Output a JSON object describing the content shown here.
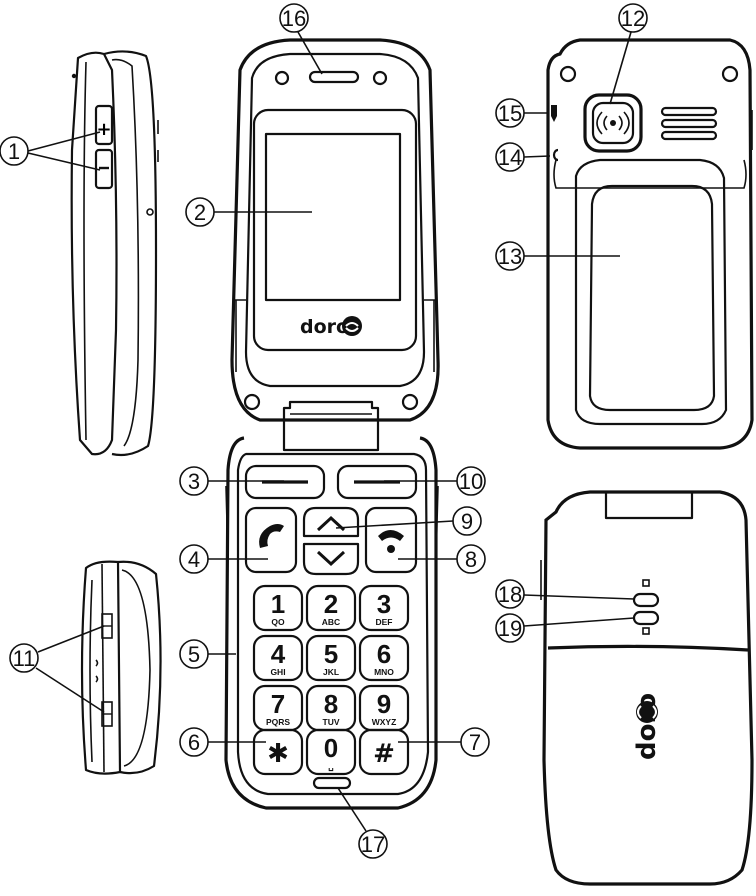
{
  "brand": {
    "logo_text": "doro"
  },
  "callouts": [
    "1",
    "2",
    "3",
    "4",
    "5",
    "6",
    "7",
    "8",
    "9",
    "10",
    "11",
    "12",
    "13",
    "14",
    "15",
    "16",
    "17",
    "18",
    "19"
  ],
  "keypad": {
    "keys": [
      {
        "digit": "1",
        "letters": "QO"
      },
      {
        "digit": "2",
        "letters": "ABC"
      },
      {
        "digit": "3",
        "letters": "DEF"
      },
      {
        "digit": "4",
        "letters": "GHI"
      },
      {
        "digit": "5",
        "letters": "JKL"
      },
      {
        "digit": "6",
        "letters": "MNO"
      },
      {
        "digit": "7",
        "letters": "PQRS"
      },
      {
        "digit": "8",
        "letters": "TUV"
      },
      {
        "digit": "9",
        "letters": "WXYZ"
      },
      {
        "digit": "✱",
        "letters": ""
      },
      {
        "digit": "0",
        "letters": "␣"
      },
      {
        "digit": "#",
        "letters": ""
      }
    ]
  },
  "side": {
    "volume_plus": "+",
    "volume_minus": "−"
  }
}
